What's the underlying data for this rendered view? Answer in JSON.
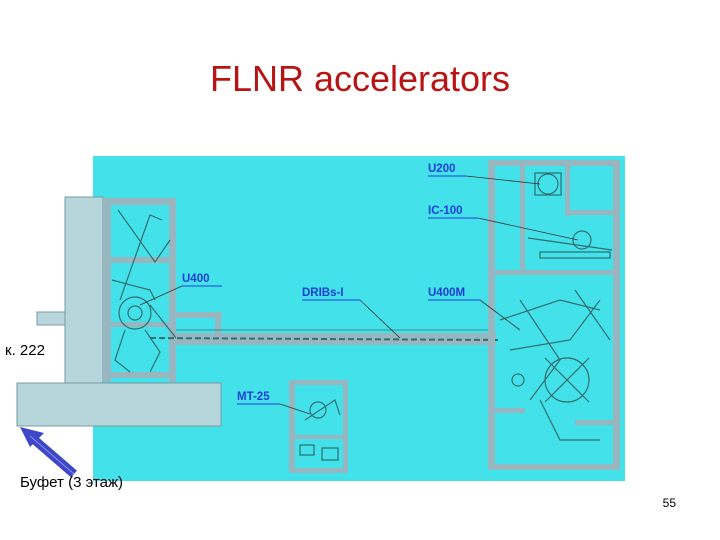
{
  "title": "FLNR accelerators",
  "page_number": "55",
  "room_label": "к. 222",
  "buffet_label": "Буфет (3 этаж)",
  "labels": {
    "u200": "U200",
    "ic100": "IC-100",
    "u400": "U400",
    "dribs": "DRIBs-I",
    "u400m": "U400M",
    "mt25": "MT-25"
  },
  "colors": {
    "title": "#b81414",
    "plan_background": "#43e2ea",
    "building": "#b7d6dc",
    "walls": "#98b6c0",
    "label_text": "#1f3fd6",
    "arrow": "#3d47c8"
  }
}
